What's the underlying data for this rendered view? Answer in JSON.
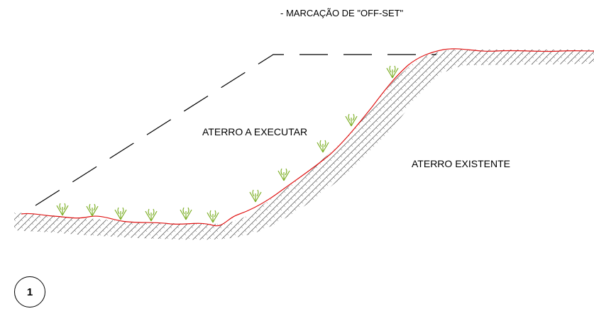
{
  "title": "- MARCAÇÃO DE \"OFF-SET\"",
  "labels": {
    "fill_to_execute": "ATERRO A EXECUTAR",
    "existing_fill": "ATERRO EXISTENTE"
  },
  "detail_number": "1",
  "colors": {
    "offset_line": "#000000",
    "ground_line": "#e01515",
    "hatch": "#6a6a6a",
    "vegetation": "#7fb02a"
  },
  "icons": [
    "grass-tuft-icon"
  ]
}
